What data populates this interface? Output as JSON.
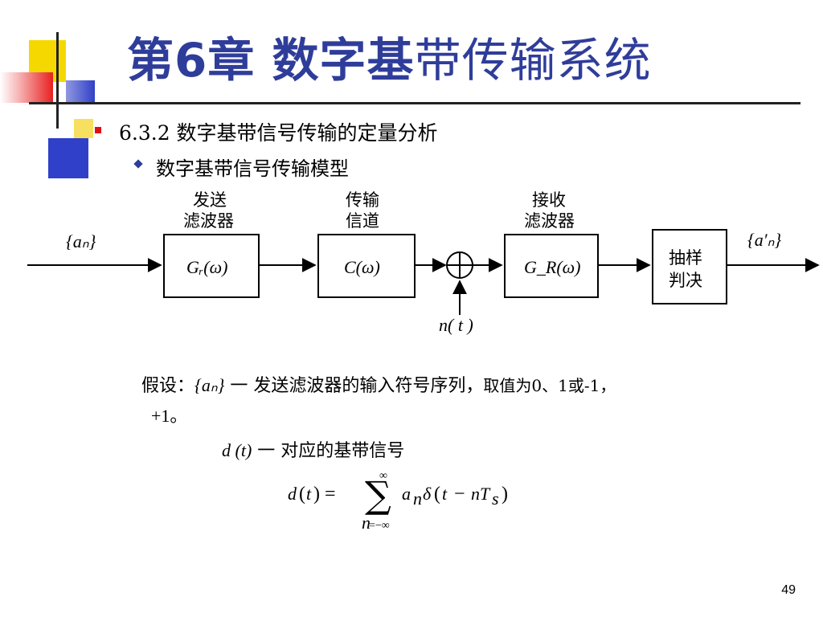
{
  "slide": {
    "title_bold": "第6章 数字基",
    "title_rest": "带传输系统",
    "bullet1": "6.3.2 数字基带信号传输的定量分析",
    "bullet2": "数字基带信号传输模型",
    "page_number": "49"
  },
  "diagram": {
    "input_label": "{aₙ}",
    "output_label": "{a′ₙ}",
    "noise_label": "n( t )",
    "blocks": [
      {
        "top": "发送",
        "bottom": "滤波器",
        "content": "Gᵣ(ω)"
      },
      {
        "top": "传输",
        "bottom": "信道",
        "content": "C(ω)"
      },
      {
        "top": "接收",
        "bottom": "滤波器",
        "content": "G_R(ω)"
      },
      {
        "line1": "抽样",
        "line2": "判决"
      }
    ]
  },
  "text": {
    "assume_prefix": "假设：",
    "an_symbol": "{aₙ}",
    "assume_dash": " 一 发送滤波器的输入符号序列，",
    "assume_values": "取值为0、1或-1，",
    "assume_cont": "+1。",
    "dt_symbol": "d (t)",
    "dt_desc": "  一 对应的基带信号",
    "formula": "d(t) = Σ_{n=-∞}^{∞} aₙ δ(t − nTₛ)"
  },
  "colors": {
    "title": "#2f3d9a",
    "deco_yellow": "#f5d800",
    "deco_blue": "#3140c8",
    "deco_red": "#e01010"
  }
}
